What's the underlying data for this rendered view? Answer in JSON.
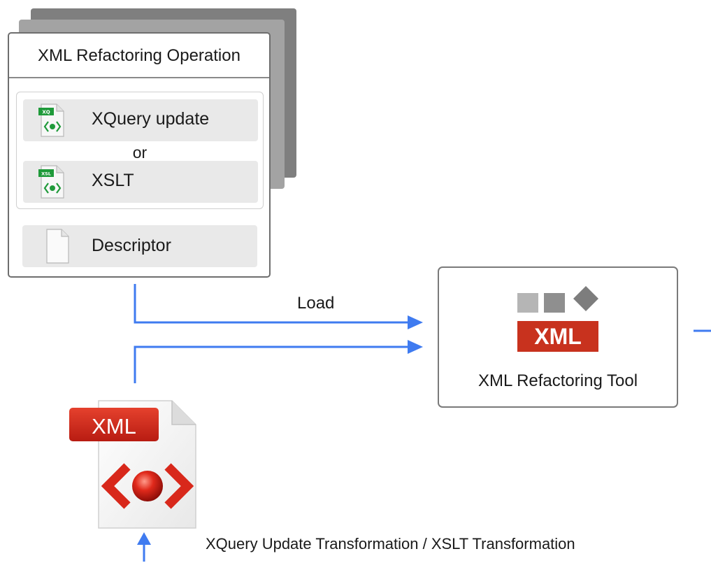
{
  "operation": {
    "title": "XML Refactoring Operation",
    "xquery_label": "XQuery update",
    "or_label": "or",
    "xslt_label": "XSLT",
    "descriptor_label": "Descriptor",
    "xq_badge": "XQ",
    "xsl_badge": "XSL"
  },
  "tool": {
    "label": "XML Refactoring Tool",
    "logo_text": "XML"
  },
  "document": {
    "badge": "XML"
  },
  "arrows": {
    "load_label": "Load"
  },
  "caption": "XQuery Update Transformation / XSLT Transformation",
  "colors": {
    "arrow": "#3f7bf0",
    "xml_red": "#c8321e",
    "tool_gray": "#8c8c8c",
    "file_green": "#1f9a3a"
  }
}
